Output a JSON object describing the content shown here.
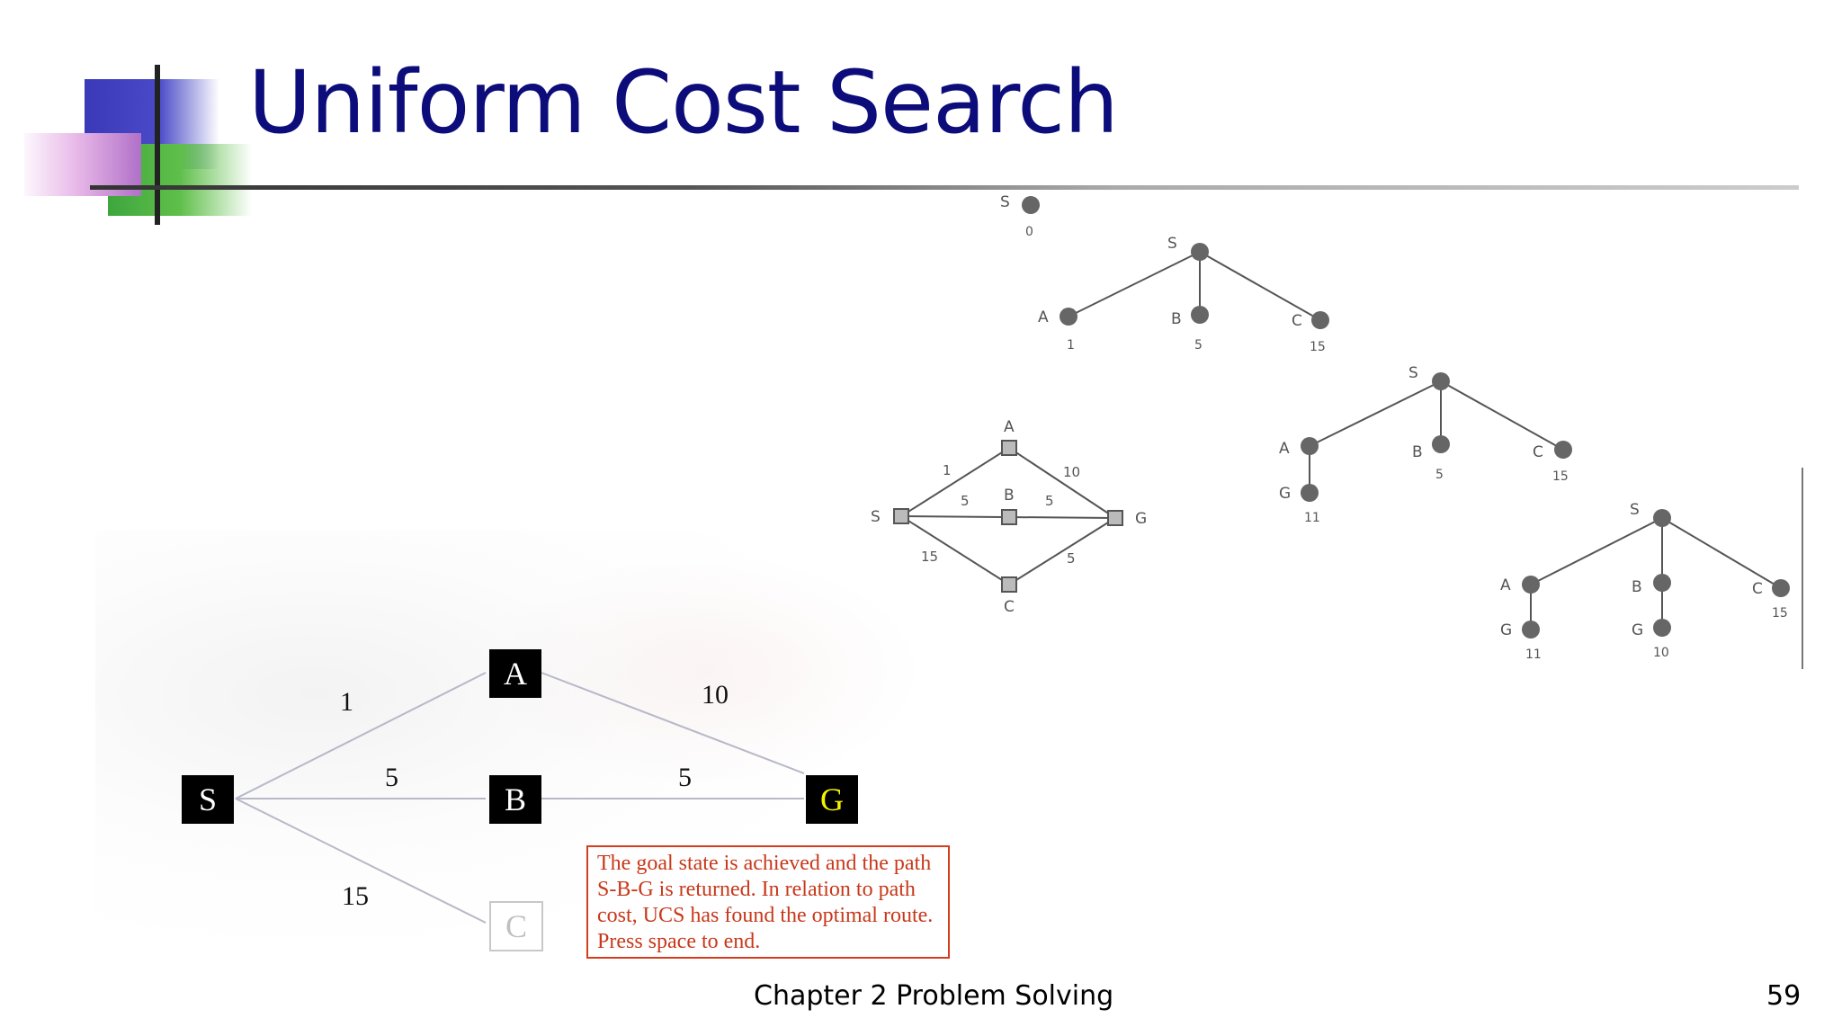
{
  "slide": {
    "title": "Uniform Cost Search",
    "footer": "Chapter 2 Problem Solving",
    "page_number": "59"
  },
  "main_graph": {
    "nodes": {
      "S": "S",
      "A": "A",
      "B": "B",
      "G": "G",
      "C": "C"
    },
    "edges": {
      "S_A": "1",
      "S_B": "5",
      "S_C": "15",
      "A_G": "10",
      "B_G": "5"
    },
    "note": "The goal state is achieved and the path S-B-G is returned. In relation to path cost, UCS has found the optimal route. Press space to end."
  },
  "small_graph": {
    "nodes": {
      "S": "S",
      "A": "A",
      "B": "B",
      "C": "C",
      "G": "G"
    },
    "edges": {
      "S_A": "1",
      "A_G": "10",
      "S_B": "5",
      "B_G": "5",
      "S_C": "15",
      "C_G": "5"
    }
  },
  "search_trees": {
    "step1": {
      "S": "S",
      "S_cost": "0"
    },
    "step2": {
      "S": "S",
      "A": "A",
      "A_cost": "1",
      "B": "B",
      "B_cost": "5",
      "C": "C",
      "C_cost": "15"
    },
    "step3": {
      "S": "S",
      "A": "A",
      "B": "B",
      "B_cost": "5",
      "C": "C",
      "C_cost": "15",
      "G": "G",
      "G_cost": "11"
    },
    "step4": {
      "S": "S",
      "A": "A",
      "B": "B",
      "C": "C",
      "C_cost": "15",
      "GA": "G",
      "GA_cost": "11",
      "GB": "G",
      "GB_cost": "10"
    }
  },
  "colors": {
    "title": "#0c0c7a",
    "goal_text": "#f4f400",
    "note_text": "#c8381a",
    "note_border": "#d83c1e"
  }
}
